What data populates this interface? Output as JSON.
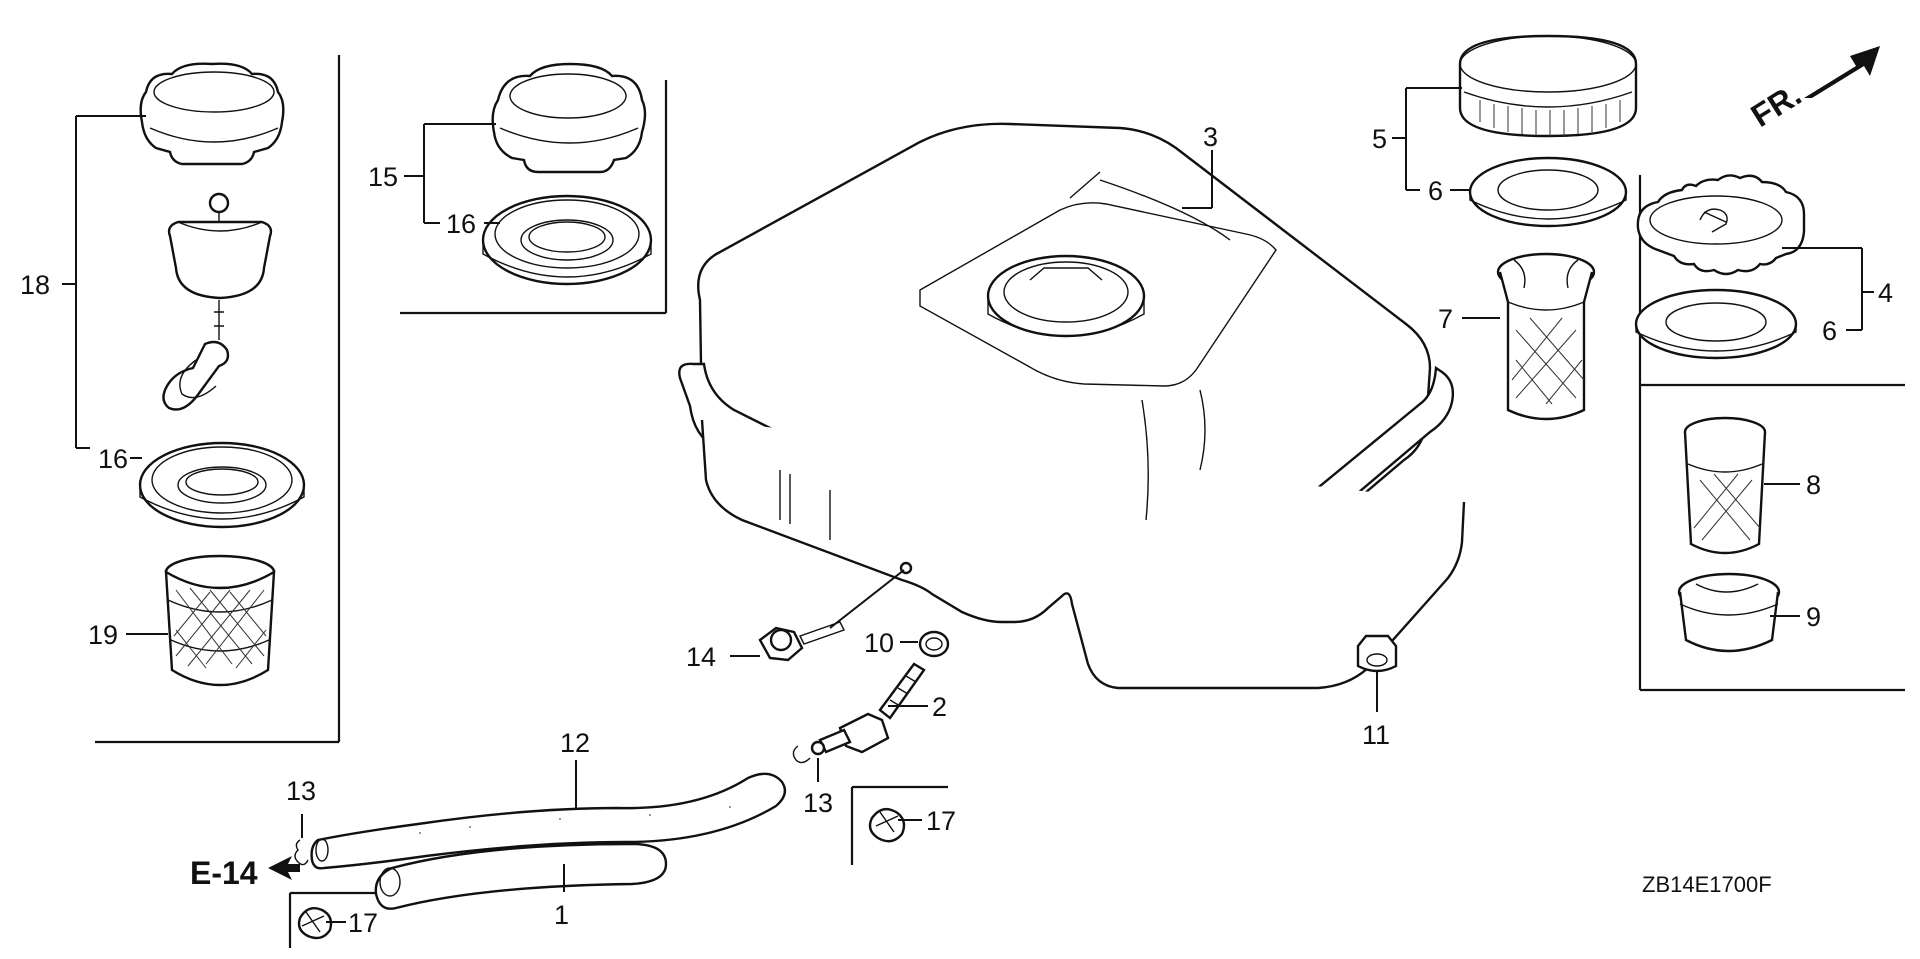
{
  "callouts": {
    "c1": "1",
    "c2": "2",
    "c3": "3",
    "c4": "4",
    "c5": "5",
    "c6a": "6",
    "c6b": "6",
    "c7": "7",
    "c8": "8",
    "c9": "9",
    "c10": "10",
    "c11": "11",
    "c12": "12",
    "c13a": "13",
    "c13b": "13",
    "c14": "14",
    "c15": "15",
    "c16a": "16",
    "c16b": "16",
    "c17a": "17",
    "c17b": "17",
    "c18": "18",
    "c19": "19"
  },
  "ref_e14": "E-14",
  "front_marker": "FR.",
  "diagram_code": "ZB14E1700F"
}
